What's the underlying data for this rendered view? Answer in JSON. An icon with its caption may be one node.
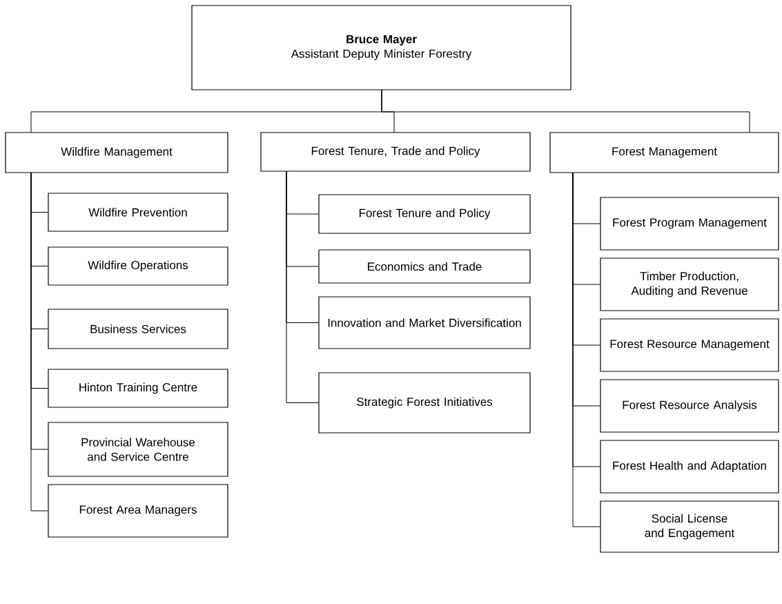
{
  "diagram": {
    "nodes": [
      {
        "text": [
          "Bruce Mayer",
          "Assistant Deputy Minister Forestry"
        ]
      },
      {
        "text": [
          "Wildfire Management"
        ]
      },
      {
        "text": [
          "Forest Tenure, Trade and Policy"
        ]
      },
      {
        "text": [
          "Forest Management"
        ]
      },
      {
        "text": [
          "Wildfire Prevention"
        ]
      },
      {
        "text": [
          "Wildfire Operations"
        ]
      },
      {
        "text": [
          "Business Services"
        ]
      },
      {
        "text": [
          "Hinton Training Centre"
        ]
      },
      {
        "text": [
          "Provincial Warehouse and Service Centre"
        ]
      },
      {
        "text": [
          "Forest Area Managers"
        ]
      },
      {
        "text": [
          "Forest Tenure and Policy"
        ]
      },
      {
        "text": [
          "Economics and Trade"
        ]
      },
      {
        "text": [
          "Innovation and Market Diversification"
        ]
      },
      {
        "text": [
          "Strategic Forest Initiatives"
        ]
      },
      {
        "text": [
          "Forest Program Management"
        ]
      },
      {
        "text": [
          "Timber Production, Auditing and Revenue"
        ]
      },
      {
        "text": [
          "Forest Resource Management"
        ]
      },
      {
        "text": [
          "Forest Resource Analysis"
        ]
      },
      {
        "text": [
          "Forest Health and Adaptation"
        ]
      },
      {
        "text": [
          "Social License and Engagement"
        ]
      }
    ],
    "edges": [
      {
        "from": 0,
        "to": 1,
        "arrow": "none"
      },
      {
        "from": 0,
        "to": 2,
        "arrow": "none"
      },
      {
        "from": 0,
        "to": 3,
        "arrow": "none"
      },
      {
        "from": 1,
        "to": 4,
        "arrow": "none"
      },
      {
        "from": 1,
        "to": 5,
        "arrow": "none"
      },
      {
        "from": 1,
        "to": 6,
        "arrow": "none"
      },
      {
        "from": 1,
        "to": 7,
        "arrow": "none"
      },
      {
        "from": 1,
        "to": 8,
        "arrow": "none"
      },
      {
        "from": 1,
        "to": 9,
        "arrow": "none"
      },
      {
        "from": 2,
        "to": 10,
        "arrow": "none"
      },
      {
        "from": 2,
        "to": 11,
        "arrow": "none"
      },
      {
        "from": 2,
        "to": 12,
        "arrow": "none"
      },
      {
        "from": 2,
        "to": 13,
        "arrow": "none"
      },
      {
        "from": 3,
        "to": 14,
        "arrow": "none"
      },
      {
        "from": 3,
        "to": 15,
        "arrow": "none"
      },
      {
        "from": 3,
        "to": 16,
        "arrow": "none"
      },
      {
        "from": 3,
        "to": 17,
        "arrow": "none"
      },
      {
        "from": 3,
        "to": 18,
        "arrow": "none"
      },
      {
        "from": 3,
        "to": 19,
        "arrow": "none"
      }
    ]
  }
}
